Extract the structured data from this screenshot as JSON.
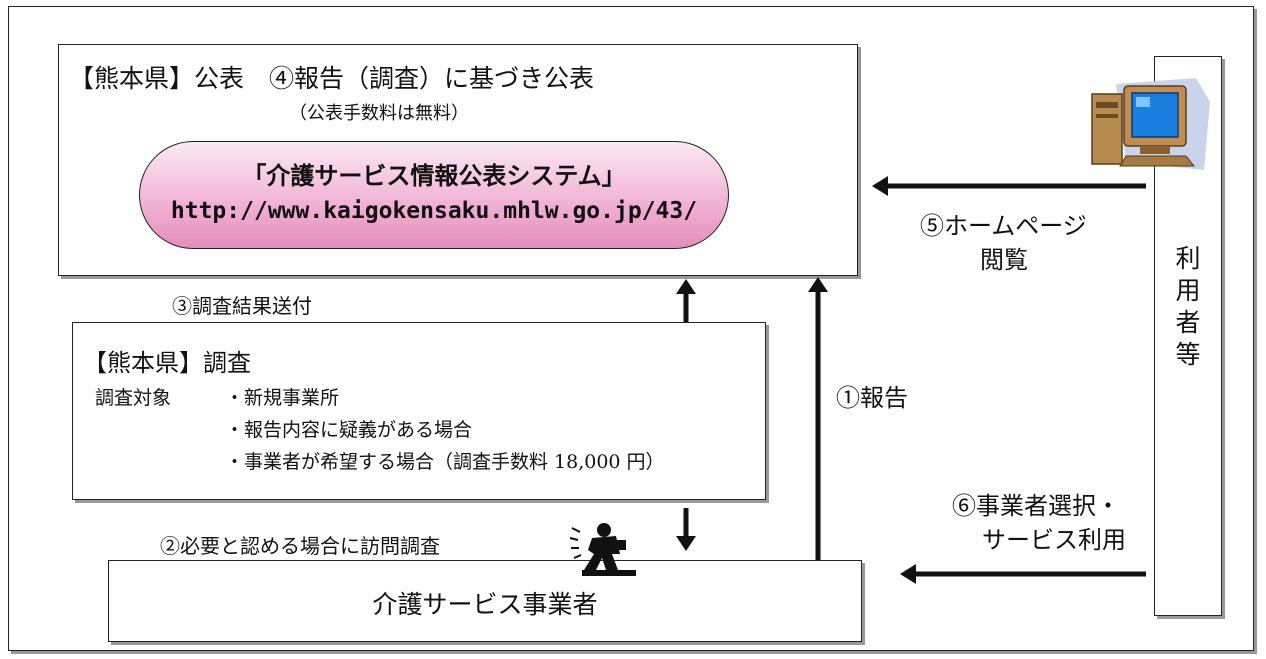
{
  "publication": {
    "title": "【熊本県】公表　④報告（調査）に基づき公表",
    "note": "（公表手数料は無料）",
    "system_name": "「介護サービス情報公表システム」",
    "system_url": "http://www.kaigokensaku.mhlw.go.jp/43/"
  },
  "survey": {
    "title": "【熊本県】調査",
    "target_label": "調査対象",
    "items": [
      "・新規事業所",
      "・報告内容に疑義がある場合",
      "・事業者が希望する場合（調査手数料 18,000 円）"
    ]
  },
  "provider": {
    "label": "介護サービス事業者"
  },
  "users": {
    "label": [
      "利",
      "用",
      "者",
      "等"
    ]
  },
  "flows": {
    "report": "①報告",
    "visit": "②必要と認める場合に訪問調査",
    "send_results": "③調査結果送付",
    "browse_line1": "⑤ホームページ",
    "browse_line2": "閲覧",
    "select_line1": "⑥事業者選択・",
    "select_line2": "サービス利用"
  },
  "icons": [
    "computer-icon",
    "inspector-icon"
  ]
}
